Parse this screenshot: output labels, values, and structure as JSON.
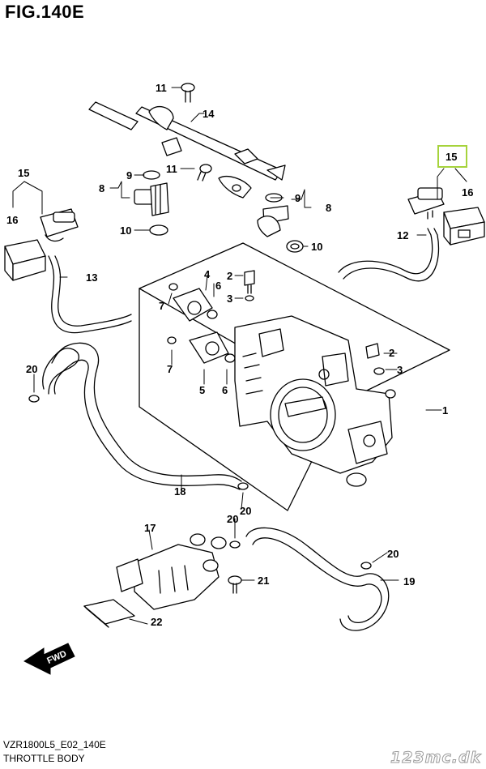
{
  "figure": {
    "title": "FIG.140E",
    "model_code": "VZR1800L5_E02_140E",
    "name": "THROTTLE BODY"
  },
  "direction_label": "FWD",
  "highlight_color": "#a6d33c",
  "callouts": {
    "n1": "1",
    "n2a": "2",
    "n2b": "2",
    "n3a": "3",
    "n3b": "3",
    "n4": "4",
    "n5": "5",
    "n6a": "6",
    "n6b": "6",
    "n7a": "7",
    "n7b": "7",
    "n8a": "8",
    "n8b": "8",
    "n9a": "9",
    "n9b": "9",
    "n10a": "10",
    "n10b": "10",
    "n11a": "11",
    "n11b": "11",
    "n12": "12",
    "n13": "13",
    "n14": "14",
    "n15a": "15",
    "n15b": "15",
    "n16a": "16",
    "n16b": "16",
    "n17": "17",
    "n18": "18",
    "n19": "19",
    "n20a": "20",
    "n20b": "20",
    "n20c": "20",
    "n20d": "20",
    "n21": "21",
    "n22": "22"
  },
  "watermark": "123mc.dk"
}
